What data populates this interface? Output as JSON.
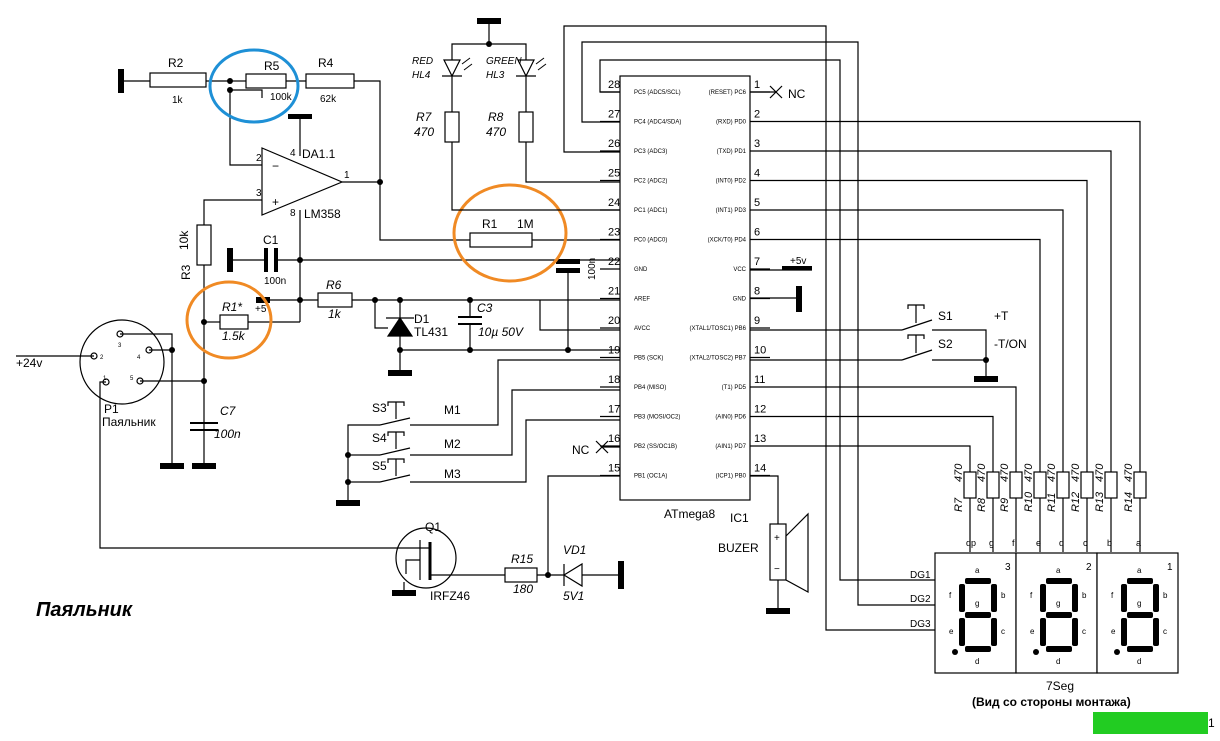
{
  "title": "Паяльник",
  "labels": {
    "r2": "R2",
    "r2v": "1k",
    "r5": "R5",
    "r5v": "100k",
    "r4": "R4",
    "r4v": "62k",
    "da": "DA1.1",
    "da_type": "LM358",
    "op_p2": "2",
    "op_p3": "3",
    "op_p4": "4",
    "op_p8": "8",
    "op_p1": "1",
    "op_minus": "−",
    "op_plus": "+",
    "r3": "R3",
    "r3v": "10k",
    "c1": "C1",
    "c1v": "100n",
    "r1s": "R1*",
    "r1sv": "1.5k",
    "plus5": "+5",
    "r6": "R6",
    "r6v": "1k",
    "d1": "D1",
    "d1v": "TL431",
    "c3": "C3",
    "c3v": "10µ 50V",
    "c2v": "100n",
    "r1": "R1",
    "r1v": "1M",
    "red": "RED",
    "hl4": "HL4",
    "green": "GREEN",
    "hl3": "HL3",
    "r7": "R7",
    "r7v": "470",
    "r8": "R8",
    "r8v": "470",
    "p1": "P1",
    "p1d": "Паяльник",
    "p24": "+24v",
    "c7": "C7",
    "c7v": "100n",
    "s3": "S3",
    "s4": "S4",
    "s5": "S5",
    "m1": "M1",
    "m2": "M2",
    "m3": "M3",
    "nc1": "NC",
    "nc2": "NC",
    "q1": "Q1",
    "q1v": "IRFZ46",
    "r15": "R15",
    "r15v": "180",
    "vd1": "VD1",
    "vd1v": "5V1",
    "mcu": "ATmega8",
    "ic1": "IC1",
    "buzer": "BUZER",
    "p5v": "+5v",
    "s1": "S1",
    "s2": "S2",
    "t_plus": "+T",
    "t_minus": "-T/ON",
    "dg1": "DG1",
    "dg2": "DG2",
    "dg3": "DG3",
    "seg7": "7Seg",
    "view": "(Вид со стороны монтажа)",
    "badge_num": "1"
  },
  "mcu_left": [
    {
      "pin": "28",
      "name": "PC5 (ADC5/SCL)"
    },
    {
      "pin": "27",
      "name": "PC4 (ADC4/SDA)"
    },
    {
      "pin": "26",
      "name": "PC3 (ADC3)"
    },
    {
      "pin": "25",
      "name": "PC2 (ADC2)"
    },
    {
      "pin": "24",
      "name": "PC1 (ADC1)"
    },
    {
      "pin": "23",
      "name": "PC0 (ADC0)"
    },
    {
      "pin": "22",
      "name": "GND"
    },
    {
      "pin": "21",
      "name": "AREF"
    },
    {
      "pin": "20",
      "name": "AVCC"
    },
    {
      "pin": "19",
      "name": "PB5 (SCK)"
    },
    {
      "pin": "18",
      "name": "PB4 (MISO)"
    },
    {
      "pin": "17",
      "name": "PB3 (MOSI/OC2)"
    },
    {
      "pin": "16",
      "name": "PB2 (SS/OC1B)"
    },
    {
      "pin": "15",
      "name": "PB1 (OC1A)"
    }
  ],
  "mcu_right": [
    {
      "pin": "1",
      "name": "(RESET) PC6"
    },
    {
      "pin": "2",
      "name": "(RXD) PD0"
    },
    {
      "pin": "3",
      "name": "(TXD) PD1"
    },
    {
      "pin": "4",
      "name": "(INT0) PD2"
    },
    {
      "pin": "5",
      "name": "(INT1) PD3"
    },
    {
      "pin": "6",
      "name": "(XCK/T0) PD4"
    },
    {
      "pin": "7",
      "name": "VCC"
    },
    {
      "pin": "8",
      "name": "GND"
    },
    {
      "pin": "9",
      "name": "(XTAL1/TOSC1) PB6"
    },
    {
      "pin": "10",
      "name": "(XTAL2/TOSC2) PB7"
    },
    {
      "pin": "11",
      "name": "(T1) PD5"
    },
    {
      "pin": "12",
      "name": "(AIN0) PD6"
    },
    {
      "pin": "13",
      "name": "(AIN1) PD7"
    },
    {
      "pin": "14",
      "name": "(ICP1) PB0"
    }
  ],
  "seg_resistors": [
    {
      "name": "R7",
      "value": "470",
      "seg": "dp"
    },
    {
      "name": "R8",
      "value": "470",
      "seg": "g"
    },
    {
      "name": "R9",
      "value": "470",
      "seg": "f"
    },
    {
      "name": "R10",
      "value": "470",
      "seg": "e"
    },
    {
      "name": "R11",
      "value": "470",
      "seg": "d"
    },
    {
      "name": "R12",
      "value": "470",
      "seg": "c"
    },
    {
      "name": "R13",
      "value": "470",
      "seg": "b"
    },
    {
      "name": "R14",
      "value": "470",
      "seg": "a"
    }
  ],
  "digit_numbers": [
    "3",
    "2",
    "1"
  ],
  "seg_letters": [
    "a",
    "b",
    "f",
    "g",
    "c",
    "e",
    "d"
  ],
  "p1_pins": [
    "3",
    "2",
    "4",
    "1",
    "5"
  ],
  "highlight_colors": {
    "blue": "#1e90d6",
    "orange": "#f08a24",
    "badge": "#22cc22"
  }
}
